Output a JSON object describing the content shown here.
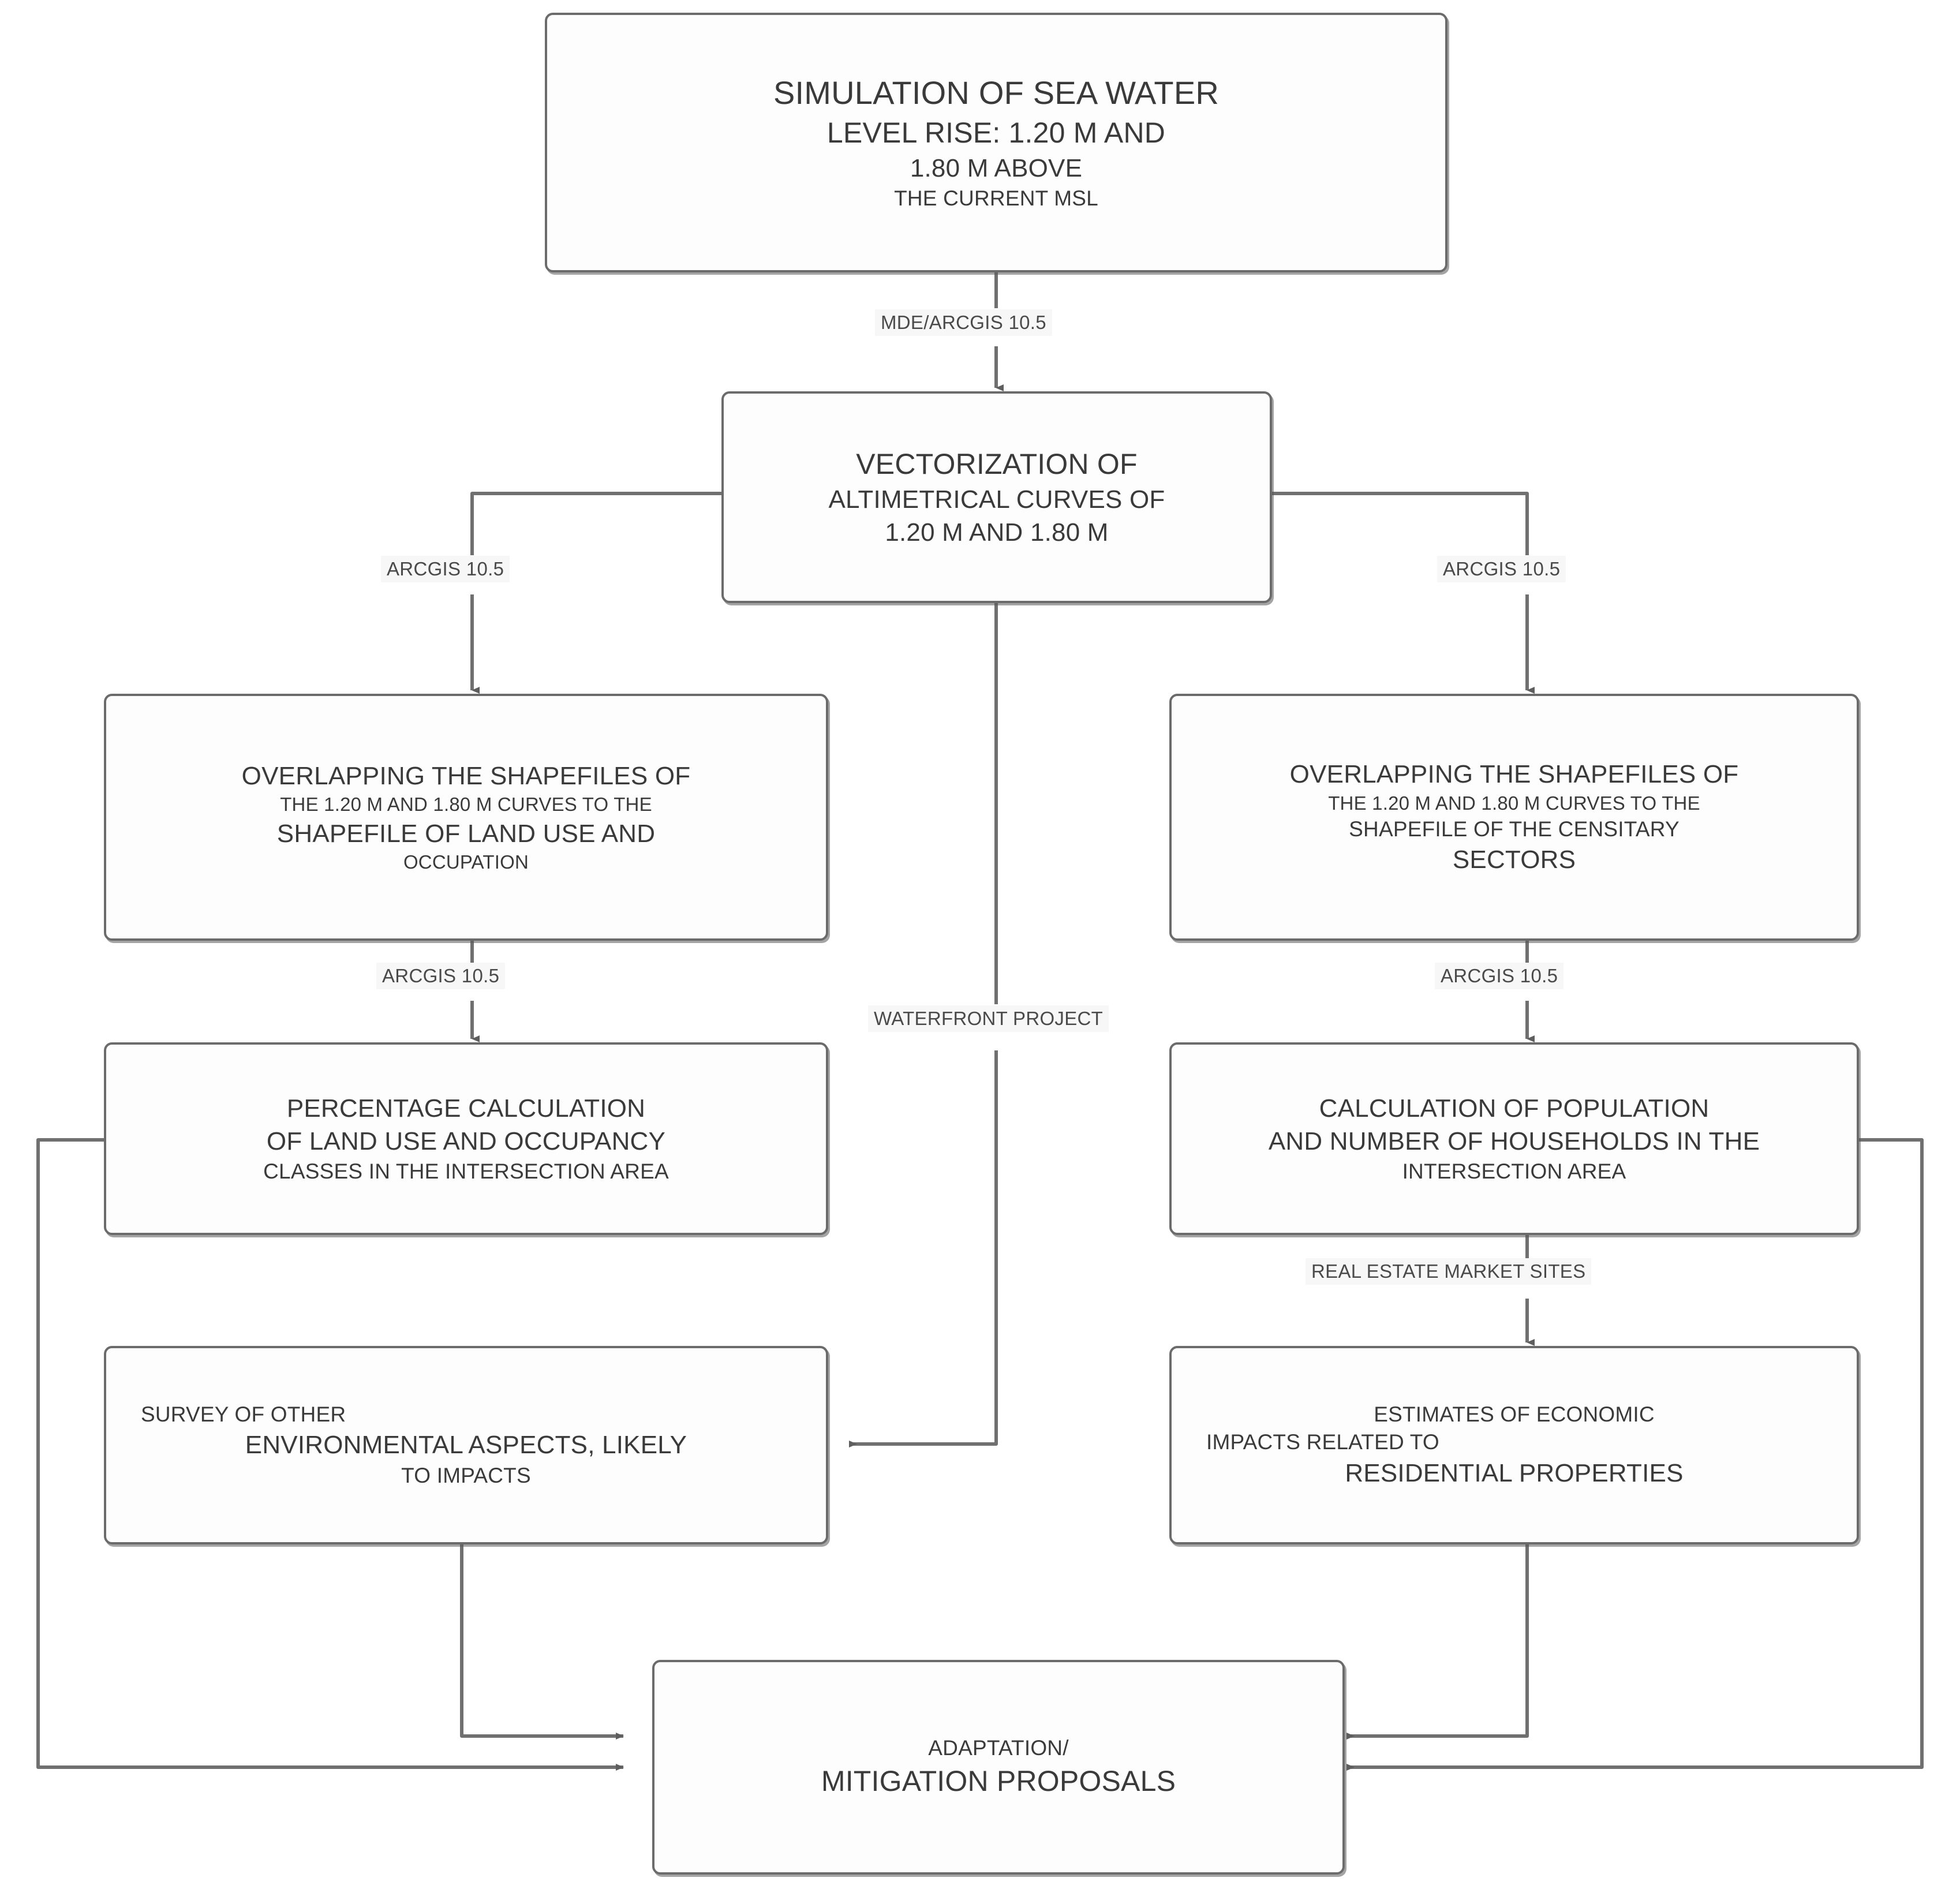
{
  "diagram": {
    "title": "Methodology flowchart for sea water level rise simulation",
    "colors": {
      "box_border": "#6b6b6b",
      "box_fill": "#fdfdfd",
      "connector": "#707070",
      "text": "#3a3a3a"
    },
    "nodes": [
      {
        "id": "simulation",
        "lines": [
          "SIMULATION OF SEA WATER",
          "LEVEL RISE: 1.20 M AND",
          "1.80 M ABOVE",
          "THE CURRENT MSL"
        ]
      },
      {
        "id": "vectorization",
        "lines": [
          "VECTORIZATION OF",
          "ALTIMETRICAL CURVES OF",
          "1.20 M AND 1.80 M"
        ]
      },
      {
        "id": "overlap-landuse",
        "lines": [
          "OVERLAPPING THE SHAPEFILES OF",
          "THE 1.20 M AND 1.80 M CURVES TO THE",
          "SHAPEFILE OF LAND USE AND",
          "OCCUPATION"
        ]
      },
      {
        "id": "overlap-censitary",
        "lines": [
          "OVERLAPPING THE SHAPEFILES OF",
          "THE 1.20 M AND 1.80 M CURVES TO THE",
          "SHAPEFILE OF THE CENSITARY",
          "SECTORS"
        ]
      },
      {
        "id": "percentage-calc",
        "lines": [
          "PERCENTAGE CALCULATION",
          "OF LAND USE AND OCCUPANCY",
          "CLASSES IN THE INTERSECTION AREA"
        ]
      },
      {
        "id": "population-calc",
        "lines": [
          "CALCULATION OF POPULATION",
          "AND NUMBER OF HOUSEHOLDS IN THE",
          "INTERSECTION AREA"
        ]
      },
      {
        "id": "environmental-survey",
        "lines": [
          "SURVEY OF OTHER",
          "ENVIRONMENTAL ASPECTS, LIKELY",
          "TO IMPACTS"
        ]
      },
      {
        "id": "economic-estimates",
        "lines": [
          "ESTIMATES OF ECONOMIC",
          "IMPACTS RELATED TO",
          "RESIDENTIAL PROPERTIES"
        ]
      },
      {
        "id": "proposals",
        "lines": [
          "ADAPTATION/",
          "MITIGATION PROPOSALS"
        ]
      }
    ],
    "edge_labels": {
      "mde_arcgis": "MDE/ARCGIS 10.5",
      "arcgis_left_top": "ARCGIS 10.5",
      "arcgis_right_top": "ARCGIS 10.5",
      "arcgis_left_mid": "ARCGIS 10.5",
      "arcgis_right_mid": "ARCGIS 10.5",
      "waterfront": "WATERFRONT PROJECT",
      "real_estate": "REAL ESTATE MARKET SITES"
    }
  }
}
